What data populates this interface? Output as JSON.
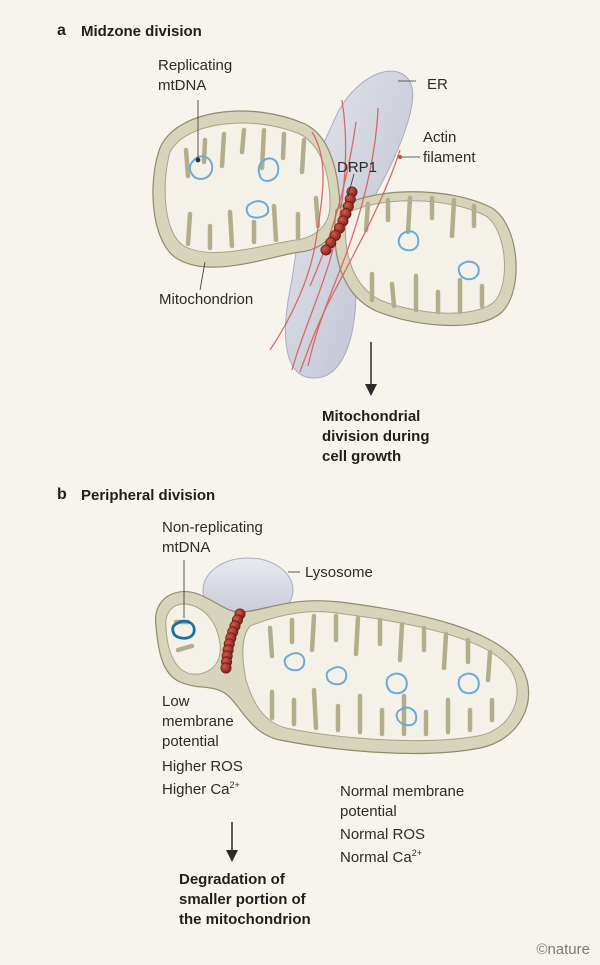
{
  "panel_a": {
    "letter": "a",
    "title": "Midzone division",
    "labels": {
      "replicating_mtdna": [
        "Replicating",
        "mtDNA"
      ],
      "er": "ER",
      "actin": [
        "Actin",
        "filament"
      ],
      "drp1": "DRP1",
      "mitochondrion": "Mitochondrion"
    },
    "outcome": [
      "Mitochondrial",
      "division during",
      "cell growth"
    ]
  },
  "panel_b": {
    "letter": "b",
    "title": "Peripheral division",
    "labels": {
      "non_replicating_mtdna": [
        "Non-replicating",
        "mtDNA"
      ],
      "lysosome": "Lysosome",
      "low_membrane": [
        "Low",
        "membrane",
        "potential"
      ],
      "higher_ros": "Higher ROS",
      "higher_ca": "Higher Ca",
      "higher_ca_sup": "2+",
      "normal_membrane": [
        "Normal membrane",
        "potential"
      ],
      "normal_ros": "Normal ROS",
      "normal_ca": "Normal Ca",
      "normal_ca_sup": "2+"
    },
    "outcome": [
      "Degradation of",
      "smaller portion of",
      "the mitochondrion"
    ]
  },
  "credit": "©nature",
  "colors": {
    "background": "#f6f4ec",
    "membrane_outer": "#d4d0b6",
    "membrane_edge": "#8e8a6a",
    "matrix": "#f3f1e6",
    "cristae": "#b2ad8c",
    "er": "#c8cbd6",
    "lysosome": "#c8cbd6",
    "actin": "#d2605c",
    "drp1": "#9a2a22",
    "mtdna_replicating": "#6fa8d8",
    "mtdna_non_replicating": "#1e6f99"
  }
}
